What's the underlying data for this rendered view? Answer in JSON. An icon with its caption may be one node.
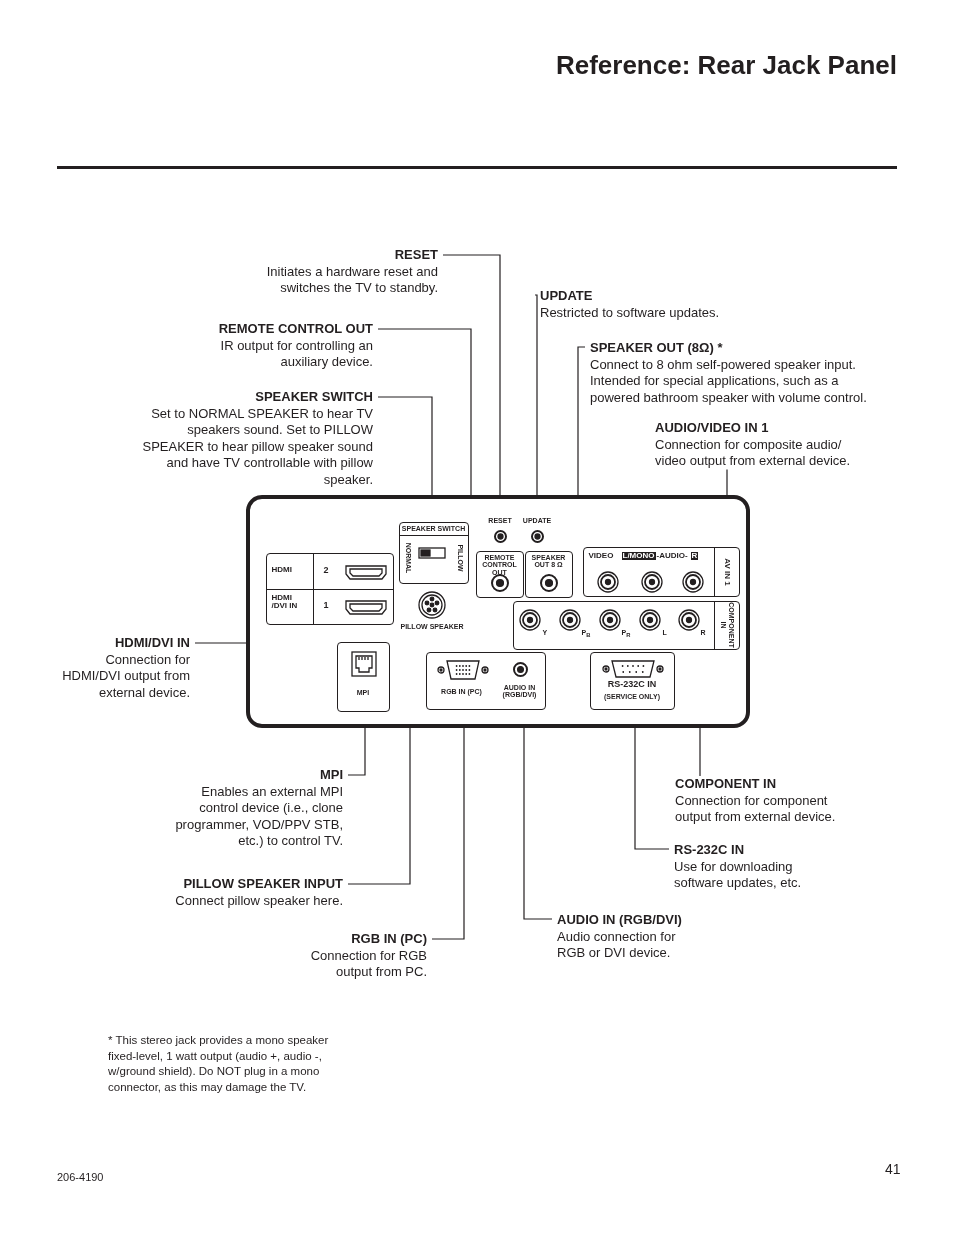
{
  "diagram": {
    "title": "Reference: Rear Jack Panel",
    "nodes": [
      {
        "text": [
          "RESET",
          "Initiates a hardware reset and switches the TV to standby."
        ]
      },
      {
        "text": [
          "REMOTE CONTROL OUT",
          "IR output for controlling an auxiliary device."
        ]
      },
      {
        "text": [
          "SPEAKER SWITCH",
          "Set to NORMAL SPEAKER to hear TV speakers sound. Set to PILLOW SPEAKER to hear pillow speaker sound and have TV controllable with pillow speaker."
        ]
      },
      {
        "text": [
          "UPDATE",
          "Restricted to software updates."
        ]
      },
      {
        "text": [
          "SPEAKER OUT (8Ω) *",
          "Connect to 8 ohm self-powered speaker input. Intended for special applications, such as a powered bathroom speaker with volume control."
        ]
      },
      {
        "text": [
          "AUDIO/VIDEO IN 1",
          "Connection for composite audio/ video output from external device."
        ]
      },
      {
        "text": [
          "HDMI/DVI IN",
          "Connection for HDMI/DVI output from external device."
        ]
      },
      {
        "text": [
          "MPI",
          "Enables an external MPI control device (i.e., clone programmer, VOD/PPV STB, etc.) to control TV."
        ]
      },
      {
        "text": [
          "PILLOW SPEAKER INPUT",
          "Connect pillow speaker here."
        ]
      },
      {
        "text": [
          "RGB IN (PC)",
          "Connection for RGB output from PC."
        ]
      },
      {
        "text": [
          "COMPONENT IN",
          "Connection for component output from external device."
        ]
      },
      {
        "text": [
          "RS-232C IN",
          "Use for downloading software updates, etc."
        ]
      },
      {
        "text": [
          "AUDIO IN (RGB/DVI)",
          "Audio connection for RGB or DVI device."
        ]
      },
      {
        "text": [],
        "shape": "box"
      },
      {
        "text": [
          "HDMI",
          "2",
          "HDMI /DVI IN",
          "1"
        ],
        "in": 13
      },
      {
        "text": [],
        "shape": "box",
        "in": 14
      },
      {
        "text": [
          "SPEAKER SWITCH",
          "NORMAL",
          "PILLOW"
        ],
        "in": 13
      },
      {
        "text": [],
        "shape": "circle",
        "beside": [
          "PILLOW SPEAKER"
        ],
        "in": 13
      },
      {
        "text": [],
        "shape": "circle",
        "beside": [
          "RESET"
        ],
        "in": 13
      },
      {
        "text": [],
        "shape": "circle",
        "beside": [
          "UPDATE"
        ],
        "in": 13
      },
      {
        "text": [
          "REMOTE CONTROL OUT"
        ],
        "in": 13
      },
      {
        "text": [],
        "shape": "circle",
        "in": 20
      },
      {
        "text": [
          "SPEAKER OUT 8 Ω"
        ],
        "in": 13
      },
      {
        "text": [],
        "shape": "circle",
        "in": 22
      },
      {
        "text": [
          "VIDEO",
          "L/MONO",
          "-AUDIO-",
          "R",
          "AV IN 1"
        ],
        "in": 13
      },
      {
        "text": [
          "Y",
          "P$_{B}$",
          "P$_{R}$",
          "L",
          "R",
          "COMPONENT IN"
        ],
        "in": 13
      },
      {
        "text": [
          "MPI"
        ],
        "in": 13
      },
      {
        "text": [
          "RGB IN (PC)",
          "AUDIO IN (RGB/DVI)"
        ],
        "in": 13
      },
      {
        "text": [
          "RS-232C IN",
          "(SERVICE ONLY)"
        ],
        "in": 13
      }
    ],
    "edges": [
      {
        "from": 0,
        "to": 18,
        "arrow": "none"
      },
      {
        "from": 1,
        "to": 21,
        "arrow": "none"
      },
      {
        "from": 2,
        "to": 16,
        "arrow": "none"
      },
      {
        "from": 3,
        "to": 19,
        "arrow": "none"
      },
      {
        "from": 4,
        "to": 23,
        "arrow": "none"
      },
      {
        "from": 5,
        "to": 24,
        "arrow": "none"
      },
      {
        "from": 6,
        "to": 15,
        "arrow": "none"
      },
      {
        "from": 7,
        "to": 26,
        "arrow": "none"
      },
      {
        "from": 8,
        "to": 17,
        "arrow": "none"
      },
      {
        "from": 9,
        "to": 27,
        "arrow": "none"
      },
      {
        "from": 10,
        "to": 25,
        "arrow": "none"
      },
      {
        "from": 11,
        "to": 28,
        "arrow": "none"
      },
      {
        "from": 12,
        "to": 27,
        "arrow": "none"
      }
    ],
    "labels": [
      "* This stereo jack provides a mono speaker fixed-level, 1 watt output (audio +, audio -, w/ground shield). Do NOT plug in a mono connector, as this may damage the TV.",
      "206-4190",
      "41"
    ]
  }
}
